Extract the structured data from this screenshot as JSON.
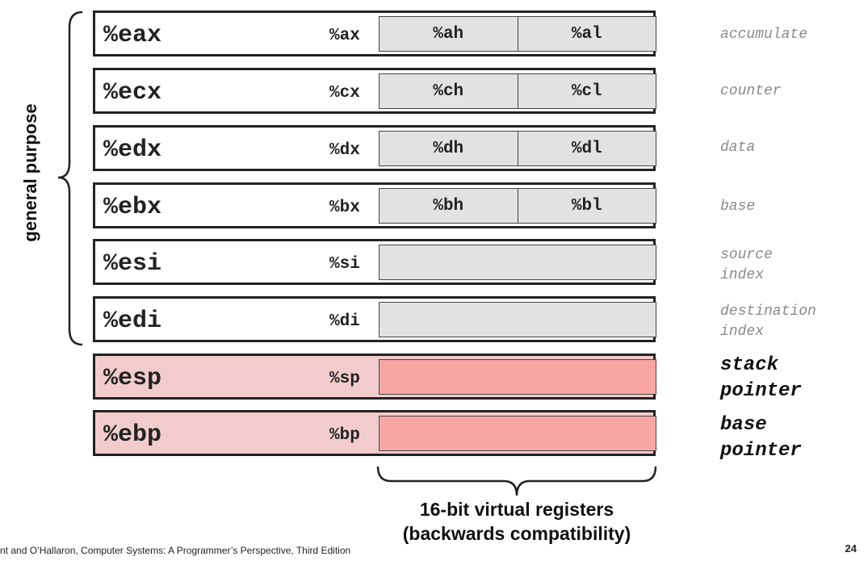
{
  "side_label": "general purpose",
  "bottom_label": {
    "line1": "16-bit virtual registers",
    "line2": "(backwards compatibility)"
  },
  "footer": "nt and O’Hallaron, Computer Systems: A Programmer’s Perspective, Third Edition",
  "page_number": "24",
  "registers": [
    {
      "r32": "%eax",
      "r16": "%ax",
      "high": "%ah",
      "low": "%al",
      "desc": [
        "accumulate"
      ]
    },
    {
      "r32": "%ecx",
      "r16": "%cx",
      "high": "%ch",
      "low": "%cl",
      "desc": [
        "counter"
      ]
    },
    {
      "r32": "%edx",
      "r16": "%dx",
      "high": "%dh",
      "low": "%dl",
      "desc": [
        "data"
      ]
    },
    {
      "r32": "%ebx",
      "r16": "%bx",
      "high": "%bh",
      "low": "%bl",
      "desc": [
        "base"
      ]
    },
    {
      "r32": "%esi",
      "r16": "%si",
      "desc": [
        "source",
        "index"
      ]
    },
    {
      "r32": "%edi",
      "r16": "%di",
      "desc": [
        "destination",
        "index"
      ]
    },
    {
      "r32": "%esp",
      "r16": "%sp",
      "desc": [
        "stack",
        "pointer"
      ]
    },
    {
      "r32": "%ebp",
      "r16": "%bp",
      "desc": [
        "base",
        "pointer"
      ]
    }
  ],
  "colors": {
    "general_fill": "#e2e2e2",
    "special_fill": "#f2cccc",
    "special_inner_fill": "#f7a6a3"
  }
}
